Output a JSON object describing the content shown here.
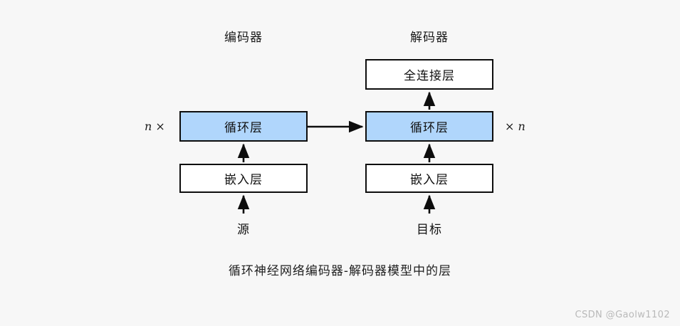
{
  "background_color": "#f7f7f7",
  "accent_color": "#b0d6fc",
  "line_color": "#0d0d0d",
  "diagram": {
    "caption": "循环神经网络编码器-解码器模型中的层",
    "columns": [
      {
        "id": "encoder",
        "title": "编码器",
        "repeat_label_prefix": "n",
        "repeat_label_suffix": "×",
        "repeat_label_full": "n ×",
        "input_label": "源",
        "blocks": [
          {
            "id": "encoder-recurrent-layer",
            "label": "循环层",
            "filled": true
          },
          {
            "id": "encoder-embedding-layer",
            "label": "嵌入层",
            "filled": false
          }
        ]
      },
      {
        "id": "decoder",
        "title": "解码器",
        "repeat_label_prefix": "×",
        "repeat_label_suffix": "n",
        "repeat_label_full": "× n",
        "input_label": "目标",
        "blocks": [
          {
            "id": "decoder-dense-layer",
            "label": "全连接层",
            "filled": false
          },
          {
            "id": "decoder-recurrent-layer",
            "label": "循环层",
            "filled": true
          },
          {
            "id": "decoder-embedding-layer",
            "label": "嵌入层",
            "filled": false
          }
        ]
      }
    ]
  },
  "watermark": "CSDN @Gaolw1102"
}
